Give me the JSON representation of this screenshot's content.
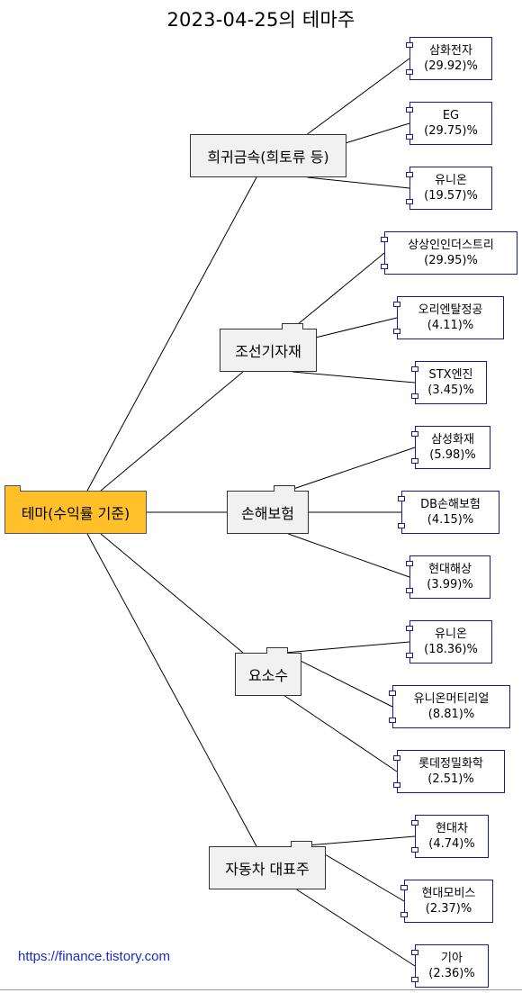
{
  "title": "2023-04-25의 테마주",
  "root": {
    "label": "테마(수익률 기준)"
  },
  "themes": [
    {
      "name": "희귀금속(희토류 등)",
      "stocks": [
        {
          "name": "삼화전자",
          "pct": "(29.92)%"
        },
        {
          "name": "EG",
          "pct": "(29.75)%"
        },
        {
          "name": "유니온",
          "pct": "(19.57)%"
        }
      ]
    },
    {
      "name": "조선기자재",
      "stocks": [
        {
          "name": "상상인인더스트리",
          "pct": "(29.95)%"
        },
        {
          "name": "오리엔탈정공",
          "pct": "(4.11)%"
        },
        {
          "name": "STX엔진",
          "pct": "(3.45)%"
        }
      ]
    },
    {
      "name": "손해보험",
      "stocks": [
        {
          "name": "삼성화재",
          "pct": "(5.98)%"
        },
        {
          "name": "DB손해보험",
          "pct": "(4.15)%"
        },
        {
          "name": "현대해상",
          "pct": "(3.99)%"
        }
      ]
    },
    {
      "name": "요소수",
      "stocks": [
        {
          "name": "유니온",
          "pct": "(18.36)%"
        },
        {
          "name": "유니온머티리얼",
          "pct": "(8.81)%"
        },
        {
          "name": "롯데정밀화학",
          "pct": "(2.51)%"
        }
      ]
    },
    {
      "name": "자동차 대표주",
      "stocks": [
        {
          "name": "현대차",
          "pct": "(4.74)%"
        },
        {
          "name": "현대모비스",
          "pct": "(2.37)%"
        },
        {
          "name": "기아",
          "pct": "(2.36)%"
        }
      ]
    }
  ],
  "footer": "https://finance.tistory.com",
  "colors": {
    "root_fill": "#FFC02A",
    "theme_fill": "#F1F1F1",
    "stock_border": "#1A1A8C",
    "footer_link": "#1A2BCC"
  }
}
